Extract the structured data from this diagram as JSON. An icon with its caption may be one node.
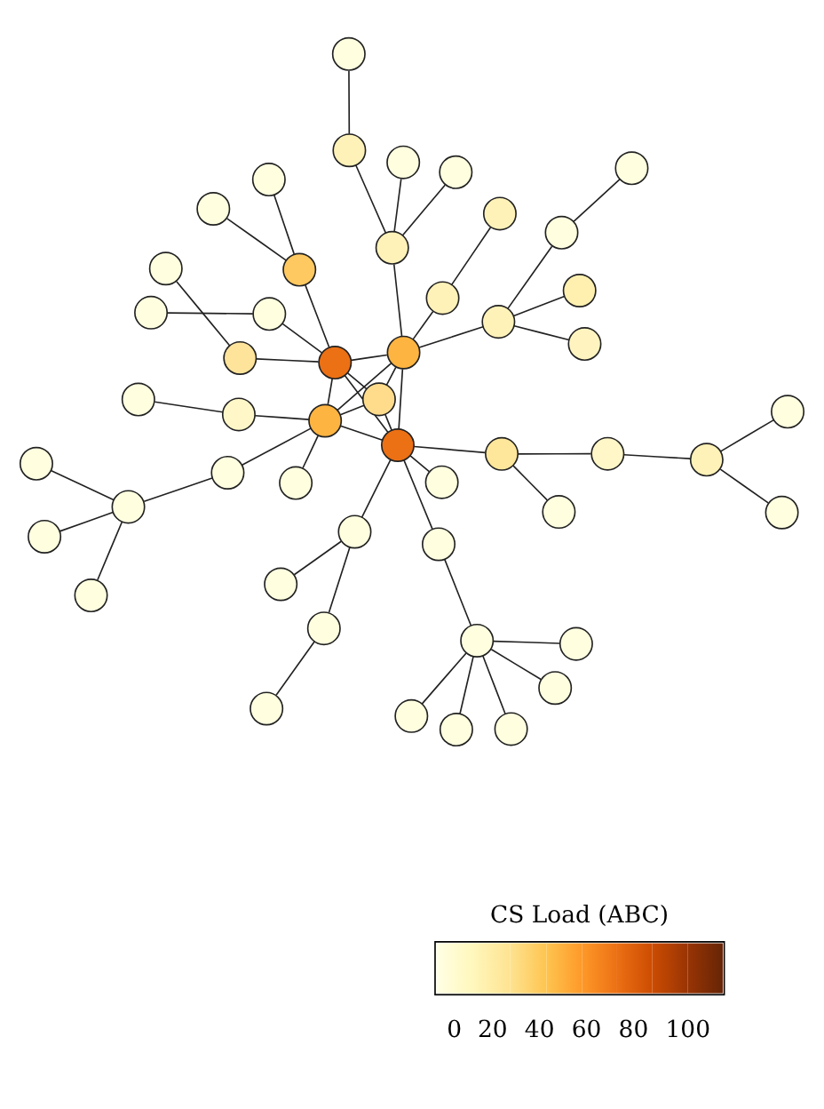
{
  "diagram": {
    "nodes": [
      {
        "text": [],
        "shape": "circle"
      },
      {
        "text": [],
        "shape": "circle"
      },
      {
        "text": [],
        "shape": "circle"
      },
      {
        "text": [],
        "shape": "circle"
      },
      {
        "text": [],
        "shape": "circle"
      },
      {
        "text": [],
        "shape": "circle"
      },
      {
        "text": [],
        "shape": "circle"
      },
      {
        "text": [],
        "shape": "circle"
      },
      {
        "text": [],
        "shape": "circle"
      },
      {
        "text": [],
        "shape": "circle"
      },
      {
        "text": [],
        "shape": "circle"
      },
      {
        "text": [],
        "shape": "circle"
      },
      {
        "text": [],
        "shape": "circle"
      },
      {
        "text": [],
        "shape": "circle"
      },
      {
        "text": [],
        "shape": "circle"
      },
      {
        "text": [],
        "shape": "circle"
      },
      {
        "text": [],
        "shape": "circle"
      },
      {
        "text": [],
        "shape": "circle"
      },
      {
        "text": [],
        "shape": "circle"
      },
      {
        "text": [],
        "shape": "circle"
      },
      {
        "text": [],
        "shape": "circle"
      },
      {
        "text": [],
        "shape": "circle"
      },
      {
        "text": [],
        "shape": "circle"
      },
      {
        "text": [],
        "shape": "circle"
      },
      {
        "text": [],
        "shape": "circle"
      },
      {
        "text": [],
        "shape": "circle"
      },
      {
        "text": [],
        "shape": "circle"
      },
      {
        "text": [],
        "shape": "circle"
      },
      {
        "text": [],
        "shape": "circle"
      },
      {
        "text": [],
        "shape": "circle"
      },
      {
        "text": [],
        "shape": "circle"
      },
      {
        "text": [],
        "shape": "circle"
      },
      {
        "text": [],
        "shape": "circle"
      },
      {
        "text": [],
        "shape": "circle"
      },
      {
        "text": [],
        "shape": "circle"
      },
      {
        "text": [],
        "shape": "circle"
      },
      {
        "text": [],
        "shape": "circle"
      },
      {
        "text": [],
        "shape": "circle"
      },
      {
        "text": [],
        "shape": "circle"
      },
      {
        "text": [],
        "shape": "circle"
      },
      {
        "text": [],
        "shape": "circle"
      },
      {
        "text": [],
        "shape": "circle"
      },
      {
        "text": [],
        "shape": "circle"
      },
      {
        "text": [],
        "shape": "circle"
      },
      {
        "text": [],
        "shape": "circle"
      },
      {
        "text": [],
        "shape": "circle"
      },
      {
        "text": [],
        "shape": "circle"
      },
      {
        "text": [],
        "shape": "circle"
      },
      {
        "text": [],
        "shape": "circle"
      },
      {
        "text": [],
        "shape": "circle"
      }
    ],
    "edges": [
      {
        "from": 28,
        "to": 9,
        "arrow": "none"
      },
      {
        "from": 28,
        "to": 24,
        "arrow": "none"
      },
      {
        "from": 28,
        "to": 27,
        "arrow": "none"
      },
      {
        "from": 28,
        "to": 32,
        "arrow": "none"
      },
      {
        "from": 9,
        "to": 27,
        "arrow": "none"
      },
      {
        "from": 9,
        "to": 24,
        "arrow": "none"
      },
      {
        "from": 9,
        "to": 32,
        "arrow": "none"
      },
      {
        "from": 24,
        "to": 27,
        "arrow": "none"
      },
      {
        "from": 24,
        "to": 32,
        "arrow": "none"
      },
      {
        "from": 27,
        "to": 32,
        "arrow": "none"
      },
      {
        "from": 28,
        "to": 22,
        "arrow": "none"
      },
      {
        "from": 22,
        "to": 19,
        "arrow": "none"
      },
      {
        "from": 19,
        "to": 14,
        "arrow": "none"
      },
      {
        "from": 14,
        "to": 7,
        "arrow": "none"
      },
      {
        "from": 14,
        "to": 13,
        "arrow": "none"
      },
      {
        "from": 22,
        "to": 23,
        "arrow": "none"
      },
      {
        "from": 28,
        "to": 21,
        "arrow": "none"
      },
      {
        "from": 21,
        "to": 10,
        "arrow": "none"
      },
      {
        "from": 10,
        "to": 4,
        "arrow": "none"
      },
      {
        "from": 21,
        "to": 18,
        "arrow": "none"
      },
      {
        "from": 28,
        "to": 29,
        "arrow": "none"
      },
      {
        "from": 28,
        "to": 39,
        "arrow": "none"
      },
      {
        "from": 39,
        "to": 44,
        "arrow": "none"
      },
      {
        "from": 44,
        "to": 45,
        "arrow": "none"
      },
      {
        "from": 44,
        "to": 48,
        "arrow": "none"
      },
      {
        "from": 44,
        "to": 49,
        "arrow": "none"
      },
      {
        "from": 44,
        "to": 46,
        "arrow": "none"
      },
      {
        "from": 44,
        "to": 47,
        "arrow": "none"
      },
      {
        "from": 9,
        "to": 5,
        "arrow": "none"
      },
      {
        "from": 5,
        "to": 3,
        "arrow": "none"
      },
      {
        "from": 3,
        "to": 0,
        "arrow": "none"
      },
      {
        "from": 3,
        "to": 1,
        "arrow": "none"
      },
      {
        "from": 3,
        "to": 2,
        "arrow": "none"
      },
      {
        "from": 9,
        "to": 6,
        "arrow": "none"
      },
      {
        "from": 9,
        "to": 8,
        "arrow": "none"
      },
      {
        "from": 8,
        "to": 11,
        "arrow": "none"
      },
      {
        "from": 24,
        "to": 20,
        "arrow": "none"
      },
      {
        "from": 20,
        "to": 17,
        "arrow": "none"
      },
      {
        "from": 20,
        "to": 16,
        "arrow": "none"
      },
      {
        "from": 20,
        "to": 15,
        "arrow": "none"
      },
      {
        "from": 15,
        "to": 12,
        "arrow": "none"
      },
      {
        "from": 24,
        "to": 25,
        "arrow": "none"
      },
      {
        "from": 25,
        "to": 26,
        "arrow": "none"
      },
      {
        "from": 24,
        "to": 30,
        "arrow": "none"
      },
      {
        "from": 30,
        "to": 31,
        "arrow": "none"
      },
      {
        "from": 30,
        "to": 34,
        "arrow": "none"
      },
      {
        "from": 30,
        "to": 35,
        "arrow": "none"
      },
      {
        "from": 35,
        "to": 40,
        "arrow": "none"
      },
      {
        "from": 32,
        "to": 33,
        "arrow": "none"
      },
      {
        "from": 33,
        "to": 36,
        "arrow": "none"
      },
      {
        "from": 32,
        "to": 37,
        "arrow": "none"
      },
      {
        "from": 37,
        "to": 42,
        "arrow": "none"
      },
      {
        "from": 32,
        "to": 38,
        "arrow": "none"
      },
      {
        "from": 38,
        "to": 41,
        "arrow": "none"
      },
      {
        "from": 38,
        "to": 43,
        "arrow": "none"
      }
    ],
    "labels": [
      "CS Load (ABC)",
      "0",
      "20",
      "40",
      "60",
      "80",
      "100"
    ]
  }
}
